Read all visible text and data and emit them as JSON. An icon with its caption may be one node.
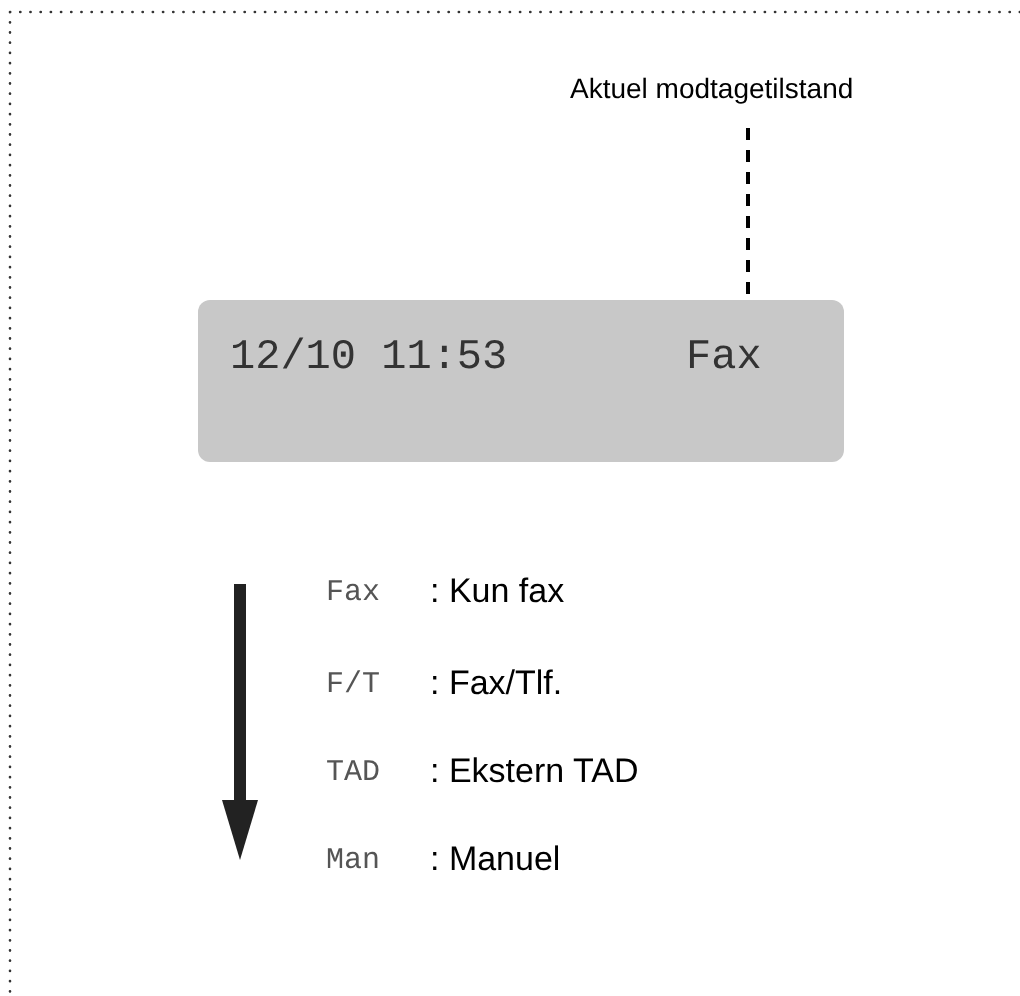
{
  "diagram": {
    "nodes": [
      {
        "text": [
          "Aktuel modtagetilstand"
        ]
      },
      {
        "text": [
          "12/10 11:53",
          "Fax"
        ]
      }
    ],
    "edges": [
      {
        "from": 0,
        "to": 1,
        "arrow": "none",
        "style": "dashed"
      }
    ],
    "labels": [
      "Fax",
      ": Kun fax",
      "F/T",
      ": Fax/Tlf.",
      "TAD",
      ": Ekstern TAD",
      "Man",
      ": Manuel"
    ]
  }
}
